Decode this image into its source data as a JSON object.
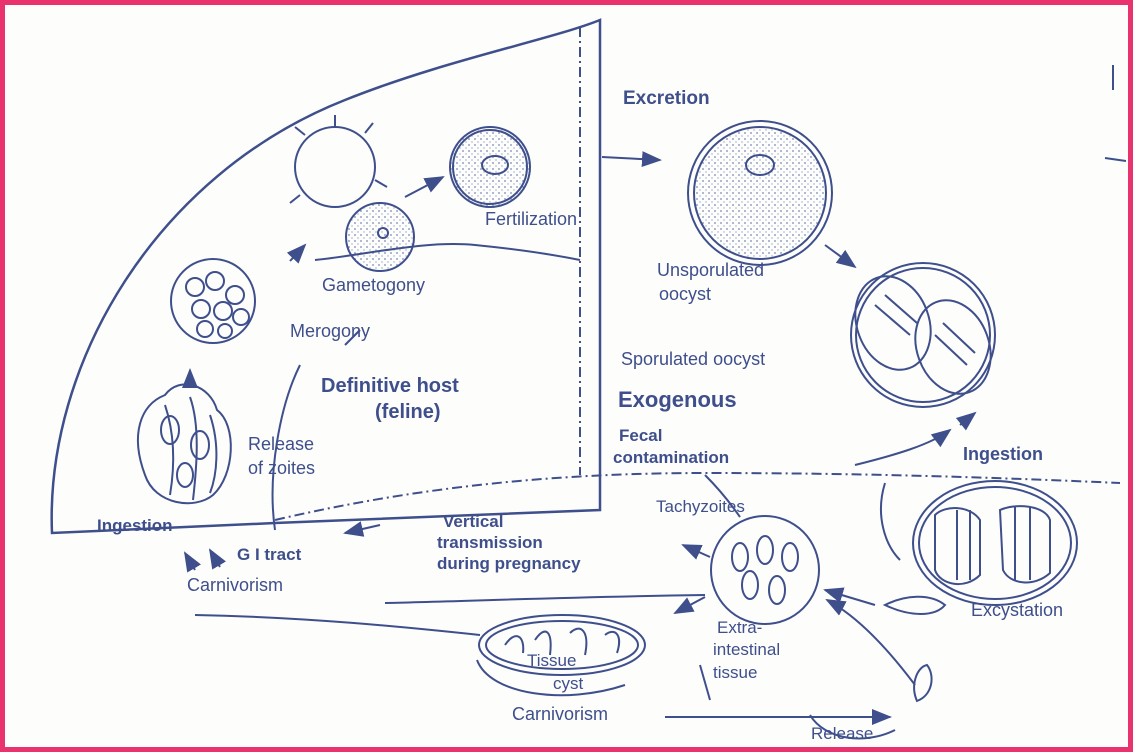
{
  "colors": {
    "frame": "#e8336e",
    "ink": "#3e4f8c",
    "paper": "#fdfdfb"
  },
  "labels": {
    "excretion": "Excretion",
    "fertilization": "Fertilization",
    "gametogony": "Gametogony",
    "merogony": "Merogony",
    "definitive_host_line1": "Definitive host",
    "definitive_host_line2": "(feline)",
    "release_of_zoites_line1": "Release",
    "release_of_zoites_line2": "of zoites",
    "ingestion_left": "Ingestion",
    "gi_tract": "G I tract",
    "carnivorism_left": "Carnivorism",
    "unsporulated_line1": "Unsporulated",
    "unsporulated_line2": "oocyst",
    "sporulated_oocyst": "Sporulated oocyst",
    "exogenous": "Exogenous",
    "fecal_line1": "Fecal",
    "fecal_line2": "contamination",
    "ingestion_right": "Ingestion",
    "tachyzoites": "Tachyzoites",
    "vertical_line1": "Vertical",
    "vertical_line2": "transmission",
    "vertical_line3": "during pregnancy",
    "extra_line1": "Extra-",
    "extra_line2": "intestinal",
    "extra_line3": "tissue",
    "tissue_cyst_line1": "Tissue",
    "tissue_cyst_line2": "cyst",
    "excystation": "Excystation",
    "carnivorism_bottom": "Carnivorism",
    "release": "Release"
  }
}
